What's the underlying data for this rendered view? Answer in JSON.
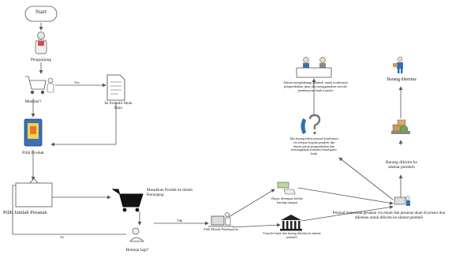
{
  "nodes": {
    "start": "Start",
    "pengunjung": "Pengunjung",
    "member_decision": "Member?",
    "member_yes": "Yes",
    "daftar_akun": "Isi formulir Akun Baru",
    "pilih_produk": "Pilih Produk",
    "pilih_jumlah": "Pilih Jumlah Pesanan",
    "masukkan_keranjang": "Masukkan Produk ke dalam Keranjang",
    "belanja_lagi": "Belanja lagi?",
    "belanja_yes": "Ya",
    "belanja_no": "Tdk",
    "metode_pembayaran": "Pilih Metode Pembayaran",
    "bayar_ditempat": "Bayar ditempat ketika barang sampai",
    "transfer_bank": "Transfer bank dan barang dikirim ke alamat pembeli",
    "telepon_note": "Jika barang habis penjual konfirmasi via telepon kepada pembeli dan alasan untuk pengembalian dan kemungkinan transaksi batal/ganti bank",
    "admin_note": "Admin menghubungi pembeli untuk konfirmasi pengembalian dana jika menggunakan metode pembayaran bank transfer",
    "barang_diterima": "Barang diterima",
    "barang_dikirim": "Barang dikirim ke alamat pembeli",
    "penjual_note": "Penjual menerima pesanan via email dan pesanan akan di proses dan dikemas untuk dikirim ke alamat pembeli"
  },
  "icons": {
    "start": "start-terminator-icon",
    "person": "person-icon",
    "cart": "shopping-cart-icon",
    "document": "document-icon",
    "phone_book": "product-book-icon",
    "box": "quantity-box-icon",
    "admin": "admin-desk-icon",
    "phone": "telephone-question-icon",
    "delivery": "delivery-person-icon",
    "package": "package-stack-icon",
    "bank": "bank-building-icon",
    "hand_money": "hand-money-icon",
    "computer": "computer-user-icon"
  },
  "colors": {
    "line": "#555555",
    "text": "#222222",
    "accent_blue": "#2f6fb3",
    "accent_green": "#6aa84f"
  }
}
